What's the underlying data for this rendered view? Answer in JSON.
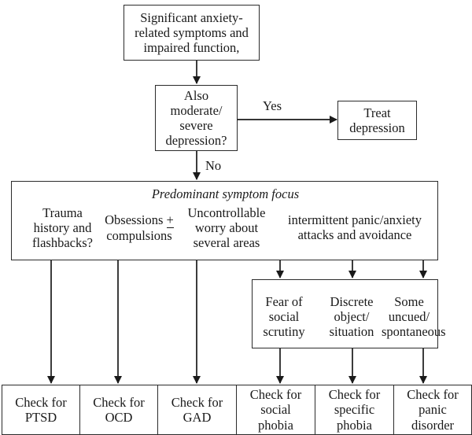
{
  "diagram": {
    "title": "Anxiety disorder differential diagnosis flowchart",
    "line_color": "#2b2b2b",
    "text_color": "#1a1a1a",
    "background": "#ffffff"
  },
  "nodes": {
    "presenting": "Significant anxiety-\nrelated symptoms and\nimpaired function,",
    "decision": "Also\nmoderate/\nsevere\ndepression?",
    "treat_depression": "Treat\ndepression",
    "focus_heading": "Predominant symptom focus",
    "focus_columns": [
      "Trauma\nhistory and\nflashbacks?",
      "compulsions",
      "Uncontrollable\nworry about\nseveral areas",
      "intermittent panic/anxiety\nattacks and avoidance"
    ],
    "obsessions_prefix": "Obsessions ",
    "obsessions_symbol": "+",
    "panic_subtypes": [
      "Fear of\nsocial\nscrutiny",
      "Discrete\nobject/\nsituation",
      "Some\nuncued/\nspontaneous"
    ],
    "outcomes": [
      "Check for\nPTSD",
      "Check for\nOCD",
      "Check for\nGAD",
      "Check for\nsocial\nphobia",
      "Check for\nspecific\nphobia",
      "Check for\npanic\ndisorder"
    ]
  },
  "edge_labels": {
    "yes": "Yes",
    "no": "No"
  }
}
